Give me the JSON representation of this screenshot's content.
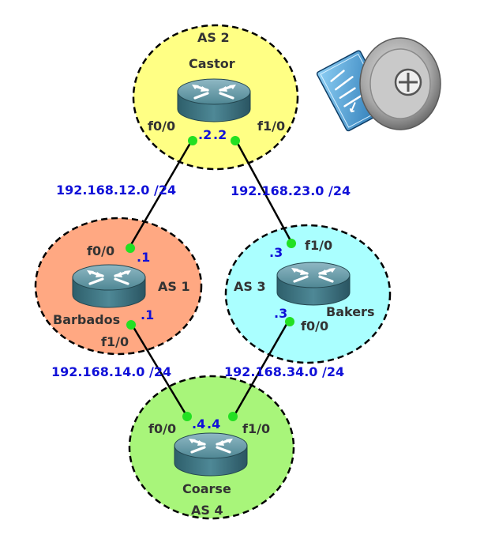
{
  "colors": {
    "as1": "#ffa882",
    "as2": "#ffff84",
    "as3": "#aaffff",
    "as4": "#a8f57a",
    "link": "#000000",
    "port": "#22e022",
    "network_text": "#1010d8",
    "label_text": "#333333"
  },
  "as_zones": {
    "as2": {
      "label": "AS 2"
    },
    "as1": {
      "label": "AS 1"
    },
    "as3": {
      "label": "AS 3"
    },
    "as4": {
      "label": "AS 4"
    }
  },
  "routers": {
    "castor": {
      "name": "Castor",
      "icon": "router-icon"
    },
    "barbados": {
      "name": "Barbados",
      "icon": "router-icon"
    },
    "bakers": {
      "name": "Bakers",
      "icon": "router-icon"
    },
    "coarse": {
      "name": "Coarse",
      "icon": "router-icon"
    }
  },
  "interfaces": {
    "castor_f00": "f0/0",
    "castor_f10": "f1/0",
    "castor_host_a": ".2",
    "castor_host_b": ".2",
    "barbados_f00": "f0/0",
    "barbados_f10": "f1/0",
    "barbados_host_a": ".1",
    "barbados_host_b": ".1",
    "bakers_f10": "f1/0",
    "bakers_f00": "f0/0",
    "bakers_host_a": ".3",
    "bakers_host_b": ".3",
    "coarse_f00": "f0/0",
    "coarse_f10": "f1/0",
    "coarse_host_a": ".4",
    "coarse_host_b": ".4"
  },
  "networks": {
    "net12": "192.168.12.0 /24",
    "net23": "192.168.23.0 /24",
    "net14": "192.168.14.0 /24",
    "net34": "192.168.34.0 /24"
  },
  "logo": {
    "icon": "gns3-vault-logo-icon"
  }
}
